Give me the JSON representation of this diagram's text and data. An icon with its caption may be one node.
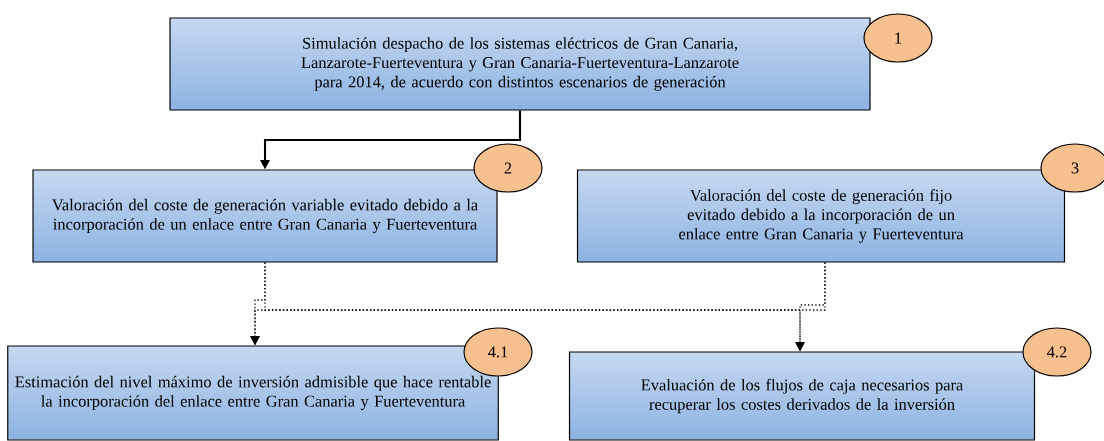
{
  "diagram": {
    "nodes": [
      {
        "text": [
          "Simulación despacho de los sistemas eléctricos de Gran Canaria, Lanzarote-Fuerteventura y Gran Canaria-Fuerteventura-Lanzarote para 2014, de acuerdo con distintos escenarios de generación"
        ]
      },
      {
        "text": [
          "1"
        ]
      },
      {
        "text": [
          "Valoración del coste de generación variable evitado debido a la incorporación de un enlace entre Gran Canaria y Fuerteventura"
        ]
      },
      {
        "text": [
          "2"
        ]
      },
      {
        "text": [
          "Valoración del coste de generación fijo evitado debido a la incorporación de un enlace entre Gran Canaria y Fuerteventura"
        ]
      },
      {
        "text": [
          "3"
        ]
      },
      {
        "text": [
          "Estimación del nivel máximo de inversión admisible que hace rentable la incorporación del enlace entre Gran Canaria y Fuerteventura"
        ]
      },
      {
        "text": [
          "4.1"
        ]
      },
      {
        "text": [
          "Evaluación de los flujos de caja necesarios para recuperar los costes derivados de la inversión"
        ]
      },
      {
        "text": [
          "4.2"
        ]
      }
    ],
    "edges": [
      {
        "from": 0,
        "to": 2,
        "arrow": "to"
      },
      {
        "from": 2,
        "to": 6,
        "arrow": "to",
        "style": "dashed"
      },
      {
        "from": 2,
        "to": 8,
        "arrow": "to",
        "style": "dashed"
      },
      {
        "from": 4,
        "to": 6,
        "arrow": "to",
        "style": "dashed"
      },
      {
        "from": 4,
        "to": 8,
        "arrow": "to",
        "style": "dashed"
      }
    ]
  }
}
